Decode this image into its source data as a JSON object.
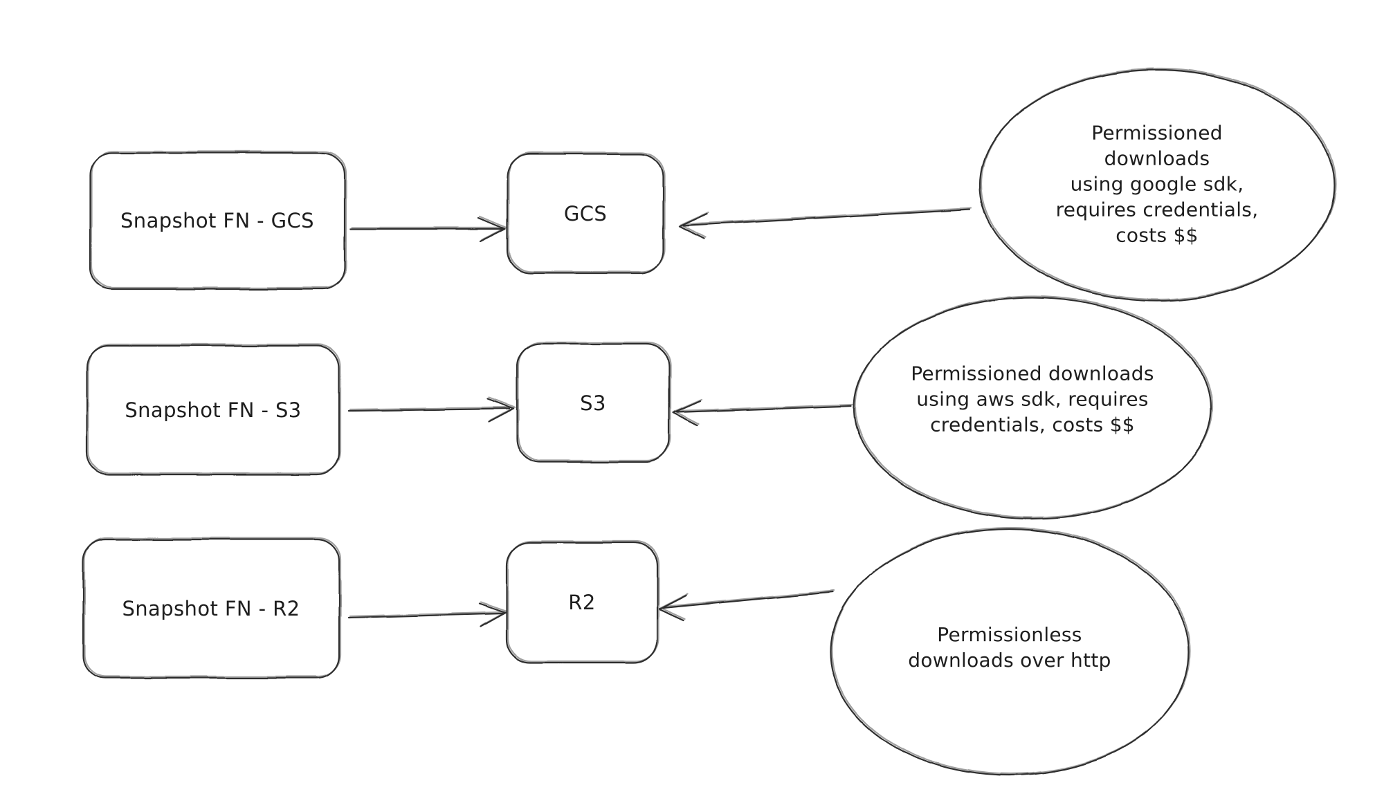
{
  "colors": {
    "ink": "#2d2d2d",
    "background": "#ffffff",
    "text": "#1e1e1e"
  },
  "diagram": {
    "rows": [
      {
        "source": "Snapshot FN - GCS",
        "target": "GCS",
        "note": "Permissioned downloads\nusing google sdk,\nrequires credentials,\ncosts $$"
      },
      {
        "source": "Snapshot FN - S3",
        "target": "S3",
        "note": "Permissioned downloads\nusing aws sdk, requires\ncredentials, costs $$"
      },
      {
        "source": "Snapshot FN - R2",
        "target": "R2",
        "note": "Permissionless\ndownloads over http"
      }
    ]
  }
}
